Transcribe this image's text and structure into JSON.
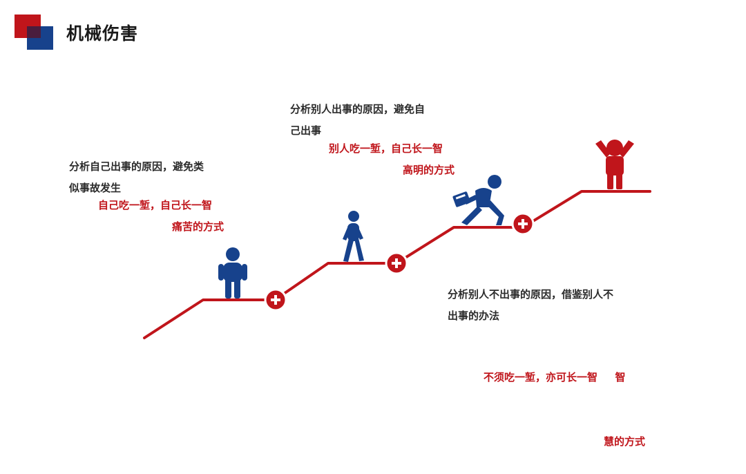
{
  "header": {
    "title": "机械伤害"
  },
  "steps": [
    {
      "desc_line1": "分析自己出事的原因，避免类",
      "desc_line2": "似事故发生",
      "highlight_line1": "自己吃一堑，自己长一智",
      "highlight_line2": "痛苦的方式"
    },
    {
      "desc_line1": "分析别人出事的原因，避免自",
      "desc_line2": "己出事",
      "highlight_line1": "别人吃一堑，自己长一智",
      "highlight_line2": "高明的方式"
    },
    {
      "desc_line1": "分析别人不出事的原因，借鉴别人不",
      "desc_line2": "出事的办法",
      "highlight_line1": "不须吃一堑，亦可长一智　  智",
      "highlight_line2": "慧的方式"
    }
  ],
  "colors": {
    "accent_red": "#c0151b",
    "accent_blue": "#17428c",
    "text": "#2b2b2b"
  },
  "icons": [
    "person-standing-icon",
    "person-walking-icon",
    "person-running-briefcase-icon",
    "person-celebrating-icon",
    "plus-circle-icon"
  ]
}
